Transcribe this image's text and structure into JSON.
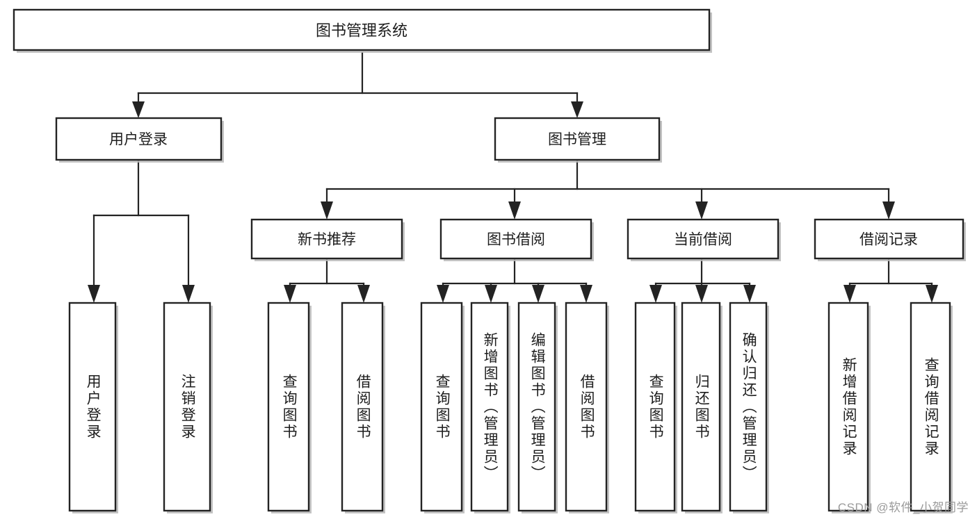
{
  "diagram": {
    "type": "tree",
    "title": "图书管理系统",
    "watermark": "CSDN @软件_小贺同学",
    "root": {
      "id": "root",
      "label": "图书管理系统",
      "level": 0
    },
    "level2": [
      {
        "id": "user-login",
        "label": "用户登录"
      },
      {
        "id": "book-manage",
        "label": "图书管理"
      }
    ],
    "level3": [
      {
        "id": "new-book-rec",
        "label": "新书推荐",
        "parent": "book-manage"
      },
      {
        "id": "book-borrow",
        "label": "图书借阅",
        "parent": "book-manage"
      },
      {
        "id": "current-borrow",
        "label": "当前借阅",
        "parent": "book-manage"
      },
      {
        "id": "borrow-record",
        "label": "借阅记录",
        "parent": "book-manage"
      }
    ],
    "leaves": {
      "user-login": [
        {
          "id": "leaf-user-login",
          "label": "用户登录"
        },
        {
          "id": "leaf-logout",
          "label": "注销登录"
        }
      ],
      "new-book-rec": [
        {
          "id": "leaf-query-book-1",
          "label": "查询图书"
        },
        {
          "id": "leaf-borrow-book-1",
          "label": "借阅图书"
        }
      ],
      "book-borrow": [
        {
          "id": "leaf-query-book-2",
          "label": "查询图书"
        },
        {
          "id": "leaf-add-book",
          "label": "新增图书（管理员）"
        },
        {
          "id": "leaf-edit-book",
          "label": "编辑图书（管理员）"
        },
        {
          "id": "leaf-borrow-book-2",
          "label": "借阅图书"
        }
      ],
      "current-borrow": [
        {
          "id": "leaf-query-book-3",
          "label": "查询图书"
        },
        {
          "id": "leaf-return-book",
          "label": "归还图书"
        },
        {
          "id": "leaf-confirm-return",
          "label": "确认归还（管理员）"
        }
      ],
      "borrow-record": [
        {
          "id": "leaf-add-record",
          "label": "新增借阅记录"
        },
        {
          "id": "leaf-query-record",
          "label": "查询借阅记录"
        }
      ]
    },
    "colors": {
      "stroke": "#232323",
      "fill": "#ffffff",
      "text": "#1d1d1d",
      "shadow": "#b9b9b9",
      "watermark": "#9a9a9a"
    }
  }
}
